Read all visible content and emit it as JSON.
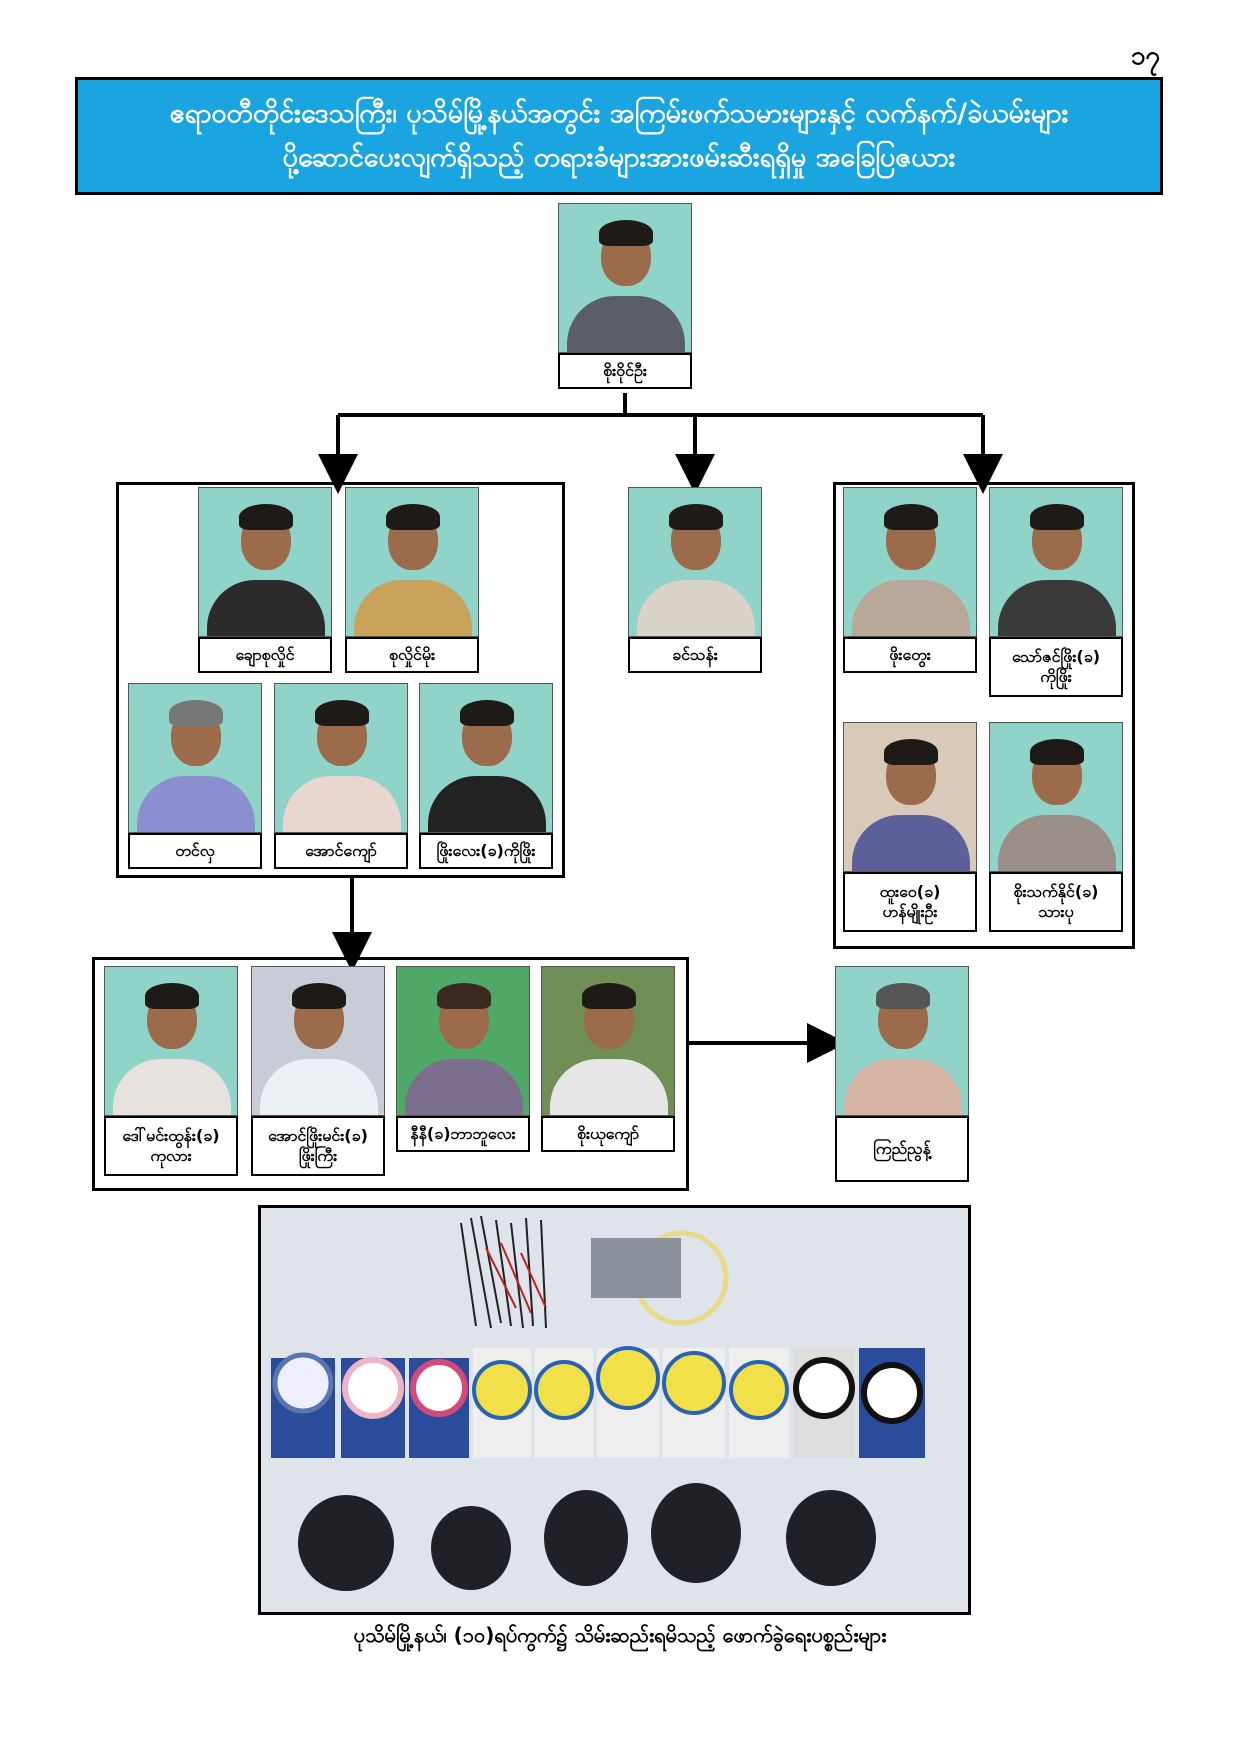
{
  "page_number": "၁၇",
  "title": {
    "line1": "ဧရာဝတီတိုင်းဒေသကြီး၊ ပုသိမ်မြို့နယ်အတွင်း အကြမ်းဖက်သမားများနှင့် လက်နက်/ခဲယမ်းများ",
    "line2": "ပို့ဆောင်ပေးလျက်ရှိသည့် တရားခံများအားဖမ်းဆီးရရှိမှု အခြေပြဇယား"
  },
  "top": {
    "name": "စိုးဝိုင်ဦး"
  },
  "group_left": [
    {
      "name": "ချောစုလှိုင်"
    },
    {
      "name": "စုလှိုင်မိုး"
    },
    {
      "name": "တင်လှ"
    },
    {
      "name": "အောင်ကျော်"
    },
    {
      "name": "ဖြိုးလေး(ခ)ကိုဖြိုး"
    }
  ],
  "center": {
    "name": "ခင်သန်း"
  },
  "group_right": [
    {
      "line1": "ဖိုးတွေး",
      "line2": ""
    },
    {
      "line1": "သော်ဇင်ဖြိုး(ခ)",
      "line2": "ကိုဖြိုး"
    },
    {
      "line1": "ထူးဝေ(ခ)",
      "line2": "ဟန်မျိုးဦး"
    },
    {
      "line1": "စိုးသက်နိုင်(ခ)",
      "line2": "သားပု"
    }
  ],
  "group_bottom": [
    {
      "line1": "ဒေါ်မင်းထွန်း(ခ)",
      "line2": "ကုလား"
    },
    {
      "line1": "အောင်ဖြိုးမင်း(ခ)",
      "line2": "ဖြိုးကြီး"
    },
    {
      "line1": "နီနီ(ခ)ဘာဘူလေး",
      "line2": ""
    },
    {
      "line1": "စိုးယုကျော်",
      "line2": ""
    }
  ],
  "end_person": {
    "name": "ကြည်ညွန့်"
  },
  "evidence_caption": "ပုသိမ်မြို့နယ်၊ (၁၀)ရပ်ကွက်၌ သိမ်းဆည်းရမိသည့် ဖောက်ခွဲရေးပစ္စည်းများ",
  "colors": {
    "banner": "#1aa5e0",
    "photo_bg": "#8fd3c9"
  }
}
